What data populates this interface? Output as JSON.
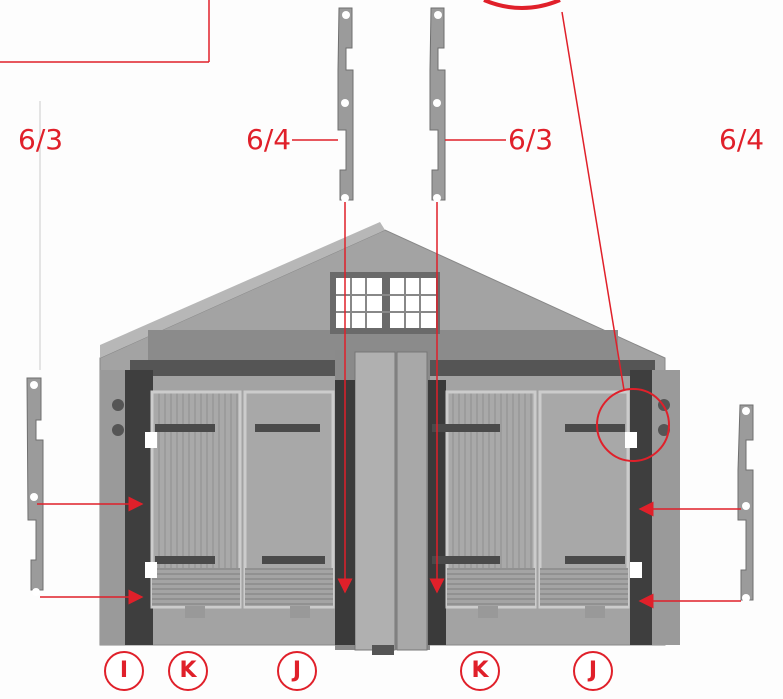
{
  "labels": {
    "left_strip": "6/3",
    "top_left_strip": "6/4",
    "top_right_strip": "6/3",
    "right_strip": "6/4"
  },
  "part_markers": [
    "I",
    "K",
    "J",
    "K",
    "J"
  ],
  "colors": {
    "annotation": "#e0202a",
    "part_gray": "#9a9a9a",
    "part_dark": "#4a4a4a"
  }
}
